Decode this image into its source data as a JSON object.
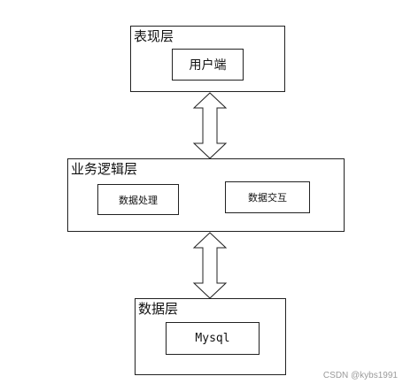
{
  "diagram": {
    "presentation_layer": {
      "title": "表现层",
      "components": [
        {
          "label": "用户端"
        }
      ]
    },
    "business_layer": {
      "title": "业务逻辑层",
      "components": [
        {
          "label": "数据处理"
        },
        {
          "label": "数据交互"
        }
      ]
    },
    "data_layer": {
      "title": "数据层",
      "components": [
        {
          "label": "Mysql"
        }
      ]
    },
    "connectors": [
      {
        "from": "表现层",
        "to": "业务逻辑层",
        "direction": "bidirectional"
      },
      {
        "from": "业务逻辑层",
        "to": "数据层",
        "direction": "bidirectional"
      }
    ]
  },
  "watermark": "CSDN @kybs1991",
  "colors": {
    "stroke": "#222222",
    "background": "#ffffff",
    "watermark": "#9a9a9a"
  }
}
